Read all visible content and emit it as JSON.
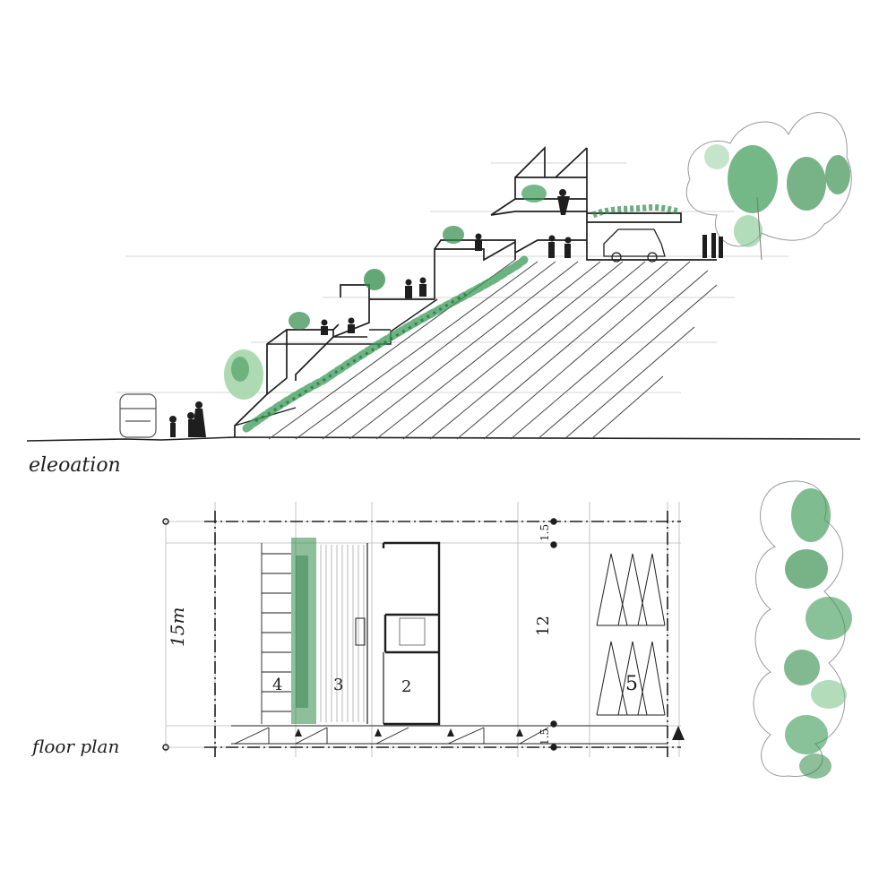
{
  "labels": {
    "elevation": "eleoation",
    "floor_plan": "floor plan",
    "dim_vertical": "15m",
    "dim_top": "1.5",
    "dim_middle": "12",
    "dim_bottom": "1.5"
  },
  "zones": [
    "4",
    "3",
    "2",
    "5"
  ],
  "colors": {
    "ink": "#1e1e1e",
    "pencil": "#9a9a9a",
    "green_light": "#9fd4a6",
    "green_dark": "#2f8a48",
    "paper": "#ffffff"
  }
}
